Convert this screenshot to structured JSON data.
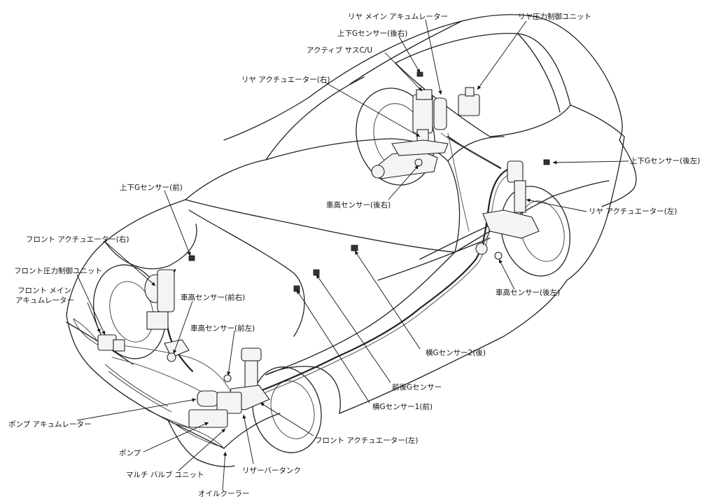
{
  "labels": {
    "rear_main_accumulator": "リヤ メイン アキュムレーター",
    "rear_pressure_control_unit": "リヤ圧力制御ユニット",
    "vertical_g_sensor_rear_right": "上下Gセンサー(後右)",
    "active_suspension_cu": "アクティブ サスC/U",
    "rear_actuator_right": "リヤ アクチュエーター(右)",
    "vertical_g_sensor_rear_left": "上下Gセンサー(後左)",
    "ride_height_sensor_rear_right": "車高センサー(後右)",
    "vertical_g_sensor_front": "上下Gセンサー(前)",
    "rear_actuator_left": "リヤ アクチュエーター(左)",
    "front_actuator_right": "フロント アクチュエーター(右)",
    "front_pressure_control_unit": "フロント圧力制御ユニット",
    "front_main_accumulator_line1": "フロント メイン",
    "front_main_accumulator_line2": "アキュムレーター",
    "ride_height_sensor_front_right": "車高センサー(前右)",
    "ride_height_sensor_rear_left": "車高センサー(後左)",
    "ride_height_sensor_front_left": "車高センサー(前左)",
    "lateral_g_sensor_2_rear": "横Gセンサー2(後)",
    "longitudinal_g_sensor": "前後Gセンサー",
    "lateral_g_sensor_1_front": "横Gセンサー1(前)",
    "pump_accumulator": "ポンプ アキュムレーター",
    "front_actuator_left": "フロント アクチュエーター(左)",
    "pump": "ポンプ",
    "reservoir_tank": "リザーバータンク",
    "multi_valve_unit": "マルチ バルブ ユニット",
    "oil_cooler": "オイルクーラー"
  }
}
